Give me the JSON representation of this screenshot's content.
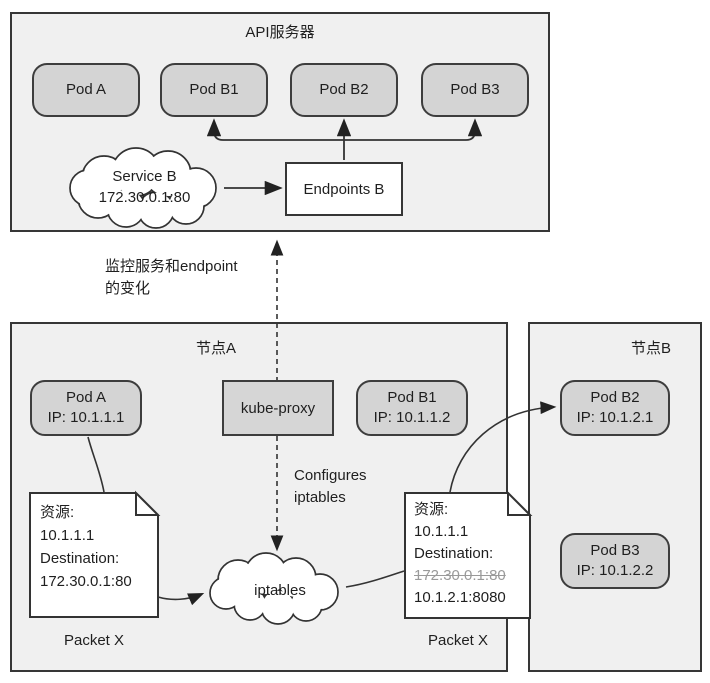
{
  "colors": {
    "box_fill": "#f0f0f0",
    "pod_fill": "#d4d4d4",
    "border": "#363636",
    "struck_text": "#9a9a9a"
  },
  "api_server": {
    "title": "API服务器",
    "pods": [
      {
        "label": "Pod A"
      },
      {
        "label": "Pod B1"
      },
      {
        "label": "Pod B2"
      },
      {
        "label": "Pod B3"
      }
    ],
    "service_cloud": {
      "line1": "Service B",
      "line2": "172.30.0.1:80"
    },
    "endpoints_label": "Endpoints B"
  },
  "watch_label": {
    "line1": "监控服务和endpoint",
    "line2": "的变化"
  },
  "node_a": {
    "title": "节点A",
    "pod_a": {
      "name": "Pod A",
      "ip": "IP: 10.1.1.1"
    },
    "kube_proxy_label": "kube-proxy",
    "pod_b1": {
      "name": "Pod B1",
      "ip": "IP: 10.1.1.2"
    },
    "configures_label": {
      "line1": "Configures",
      "line2": "iptables"
    },
    "iptables_cloud_label": "iptables",
    "packet_before": {
      "line1": "资源:",
      "line2": "10.1.1.1",
      "line3": "Destination:",
      "line4": "172.30.0.1:80",
      "caption": "Packet X"
    },
    "packet_after": {
      "line1": "资源:",
      "line2": "10.1.1.1",
      "line3": "Destination:",
      "old_destination": "172.30.0.1:80",
      "new_destination": "10.1.2.1:8080",
      "caption": "Packet X"
    }
  },
  "node_b": {
    "title": "节点B",
    "pod_b2": {
      "name": "Pod B2",
      "ip": "IP: 10.1.2.1"
    },
    "pod_b3": {
      "name": "Pod B3",
      "ip": "IP: 10.1.2.2"
    }
  }
}
